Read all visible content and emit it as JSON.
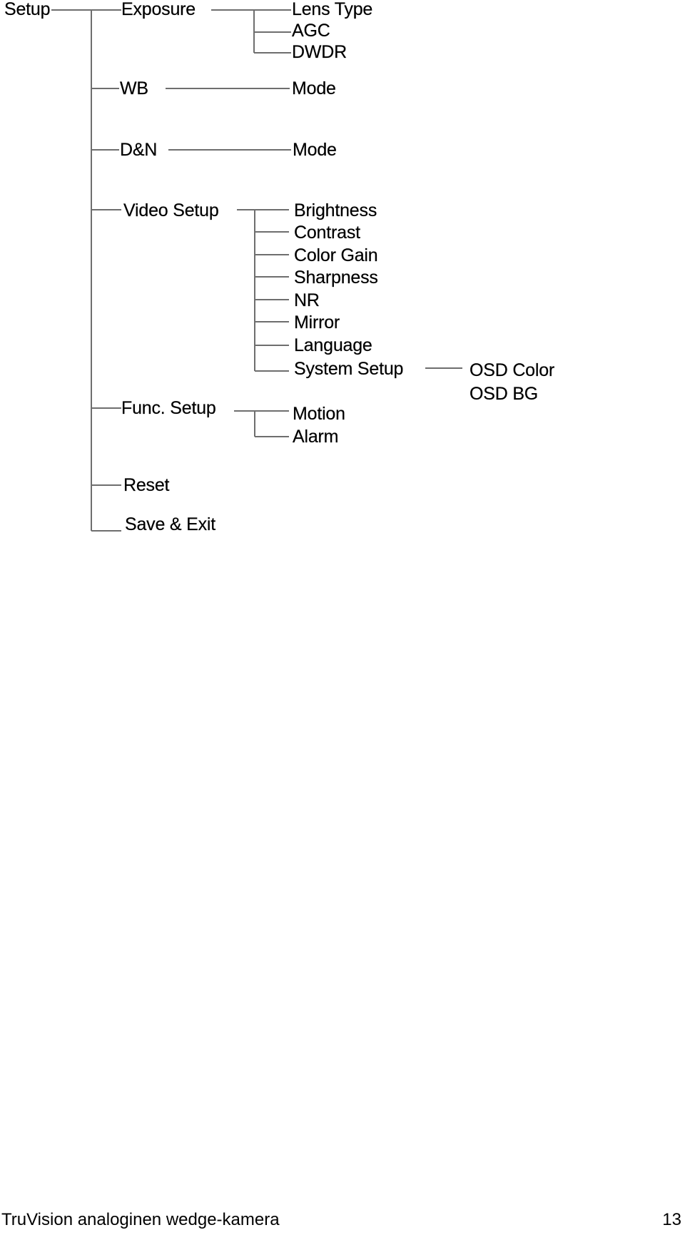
{
  "menu_tree": {
    "root": "Setup",
    "level1": {
      "exposure": "Exposure",
      "wb": "WB",
      "dn": "D&N",
      "video_setup": "Video Setup",
      "func_setup": "Func. Setup",
      "reset": "Reset",
      "save_exit": "Save & Exit"
    },
    "exposure_children": [
      "Lens Type",
      "AGC",
      "DWDR"
    ],
    "wb_children": [
      "Mode"
    ],
    "dn_children": [
      "Mode"
    ],
    "video_setup_children": [
      "Brightness",
      "Contrast",
      "Color Gain",
      "Sharpness",
      "NR",
      "Mirror",
      "Language",
      "System Setup"
    ],
    "system_setup_children": [
      "OSD Color",
      "OSD BG"
    ],
    "func_setup_children": [
      "Motion",
      "Alarm"
    ]
  },
  "footer": {
    "title": "TruVision analoginen wedge-kamera",
    "page_number": "13"
  }
}
